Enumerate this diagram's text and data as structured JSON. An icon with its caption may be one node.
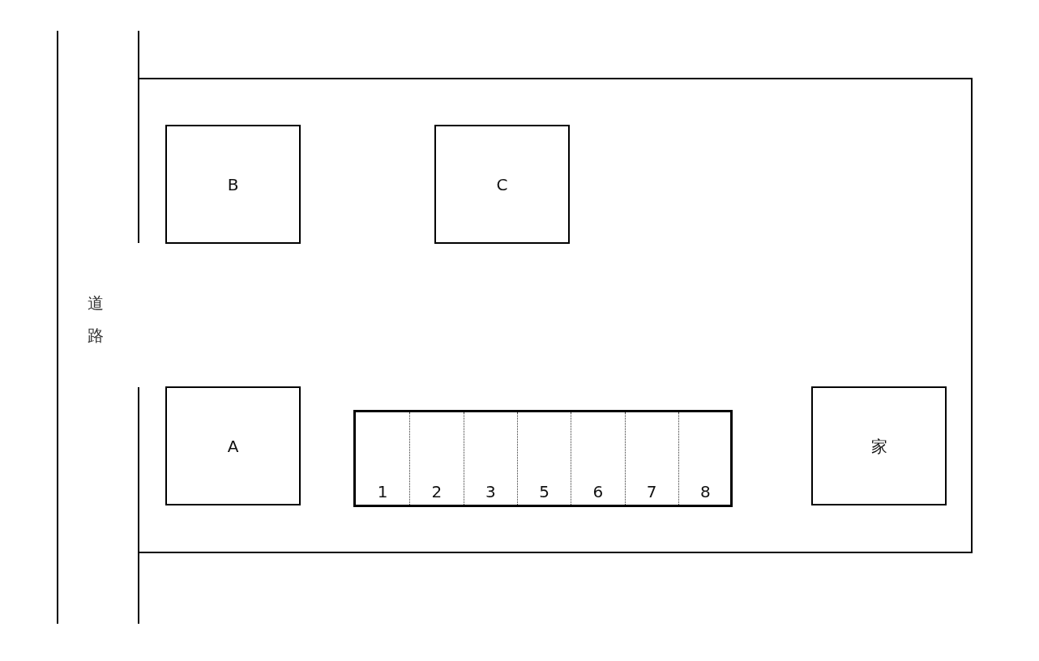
{
  "diagram": {
    "nodes": [
      {
        "text": [],
        "shape": "box"
      },
      {
        "text": [
          "B"
        ],
        "in": 0
      },
      {
        "text": [
          "C"
        ],
        "in": 0
      },
      {
        "text": [
          "A"
        ],
        "in": 0
      },
      {
        "text": [],
        "shape": "box",
        "in": 0
      },
      {
        "text": [
          "1"
        ],
        "in": 4
      },
      {
        "text": [
          "2"
        ],
        "in": 4
      },
      {
        "text": [
          "3"
        ],
        "in": 4
      },
      {
        "text": [
          "5"
        ],
        "in": 4
      },
      {
        "text": [
          "6"
        ],
        "in": 4
      },
      {
        "text": [
          "7"
        ],
        "in": 4
      },
      {
        "text": [
          "8"
        ],
        "in": 4
      },
      {
        "text": [
          "家"
        ],
        "in": 0
      }
    ],
    "labels": [
      "道路"
    ]
  }
}
